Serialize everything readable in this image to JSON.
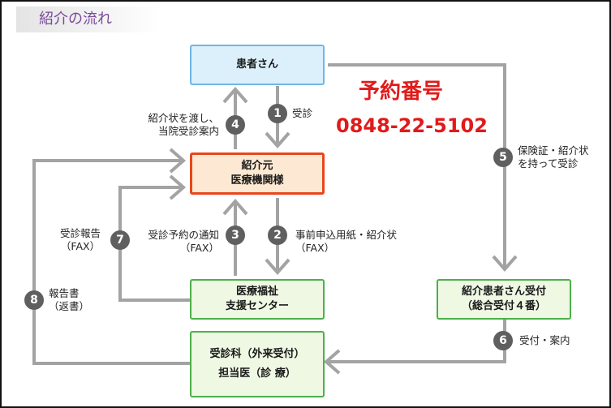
{
  "title": "紹介の流れ",
  "nodes": {
    "patient": [
      "患者さん"
    ],
    "referrer": [
      "紹介元",
      "医療機関様"
    ],
    "support": [
      "医療福祉",
      "支援センター"
    ],
    "reception": [
      "紹介患者さん受付",
      "（総合受付４番）"
    ],
    "department": [
      "受診科（外来受付）",
      "担当医（診 療）"
    ]
  },
  "reservation": {
    "label": "予約番号",
    "phone": "0848-22-5102"
  },
  "steps": [
    {
      "num": "1",
      "lines": [
        "受診"
      ]
    },
    {
      "num": "2",
      "lines": [
        "事前申込用紙・紹介状",
        "（FAX）"
      ]
    },
    {
      "num": "3",
      "lines": [
        "受診予約の通知",
        "（FAX）"
      ]
    },
    {
      "num": "4",
      "lines": [
        "紹介状を渡し、",
        "当院受診案内"
      ]
    },
    {
      "num": "5",
      "lines": [
        "保険証・紹介状",
        "を持って受診"
      ]
    },
    {
      "num": "6",
      "lines": [
        "受付・案内"
      ]
    },
    {
      "num": "7",
      "lines": [
        "受診報告",
        "（FAX）"
      ]
    },
    {
      "num": "8",
      "lines": [
        "報告書",
        "（返書）"
      ]
    }
  ],
  "colors": {
    "arrow": "#a3a3a3",
    "badge": "#5f5f5f",
    "reservation": "#e11a1a"
  }
}
